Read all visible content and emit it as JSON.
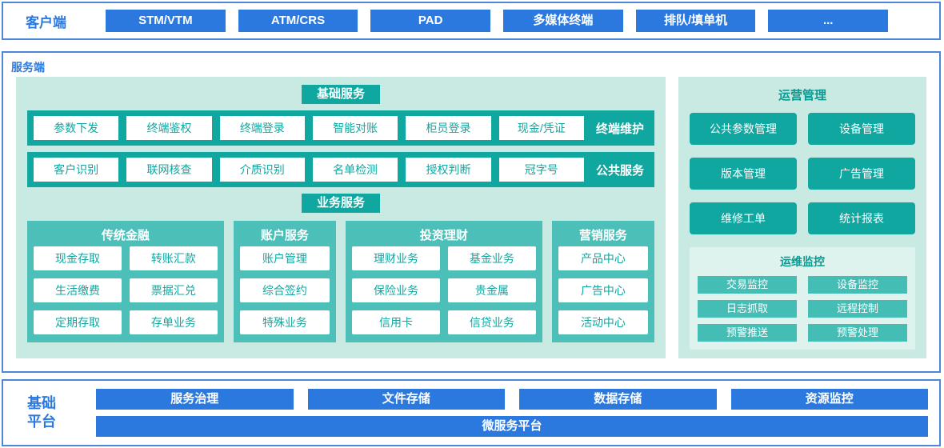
{
  "colors": {
    "blue": "#2b79df",
    "blue_border": "#4f86d8",
    "teal": "#10a7a0",
    "teal_mid": "#4cc0b8",
    "teal_panel": "#c9eae3",
    "teal_monitor_bg": "#def2ee",
    "teal_small_btn": "#44bdb5"
  },
  "client": {
    "label": "客户端",
    "terminals": [
      "STM/VTM",
      "ATM/CRS",
      "PAD",
      "多媒体终端",
      "排队/填单机",
      "..."
    ]
  },
  "server": {
    "label": "服务端",
    "basic_services": {
      "title": "基础服务",
      "rows": [
        {
          "label": "终端维护",
          "items": [
            "参数下发",
            "终端鉴权",
            "终端登录",
            "智能对账",
            "柜员登录",
            "现金/凭证"
          ]
        },
        {
          "label": "公共服务",
          "items": [
            "客户识别",
            "联网核查",
            "介质识别",
            "名单检测",
            "授权判断",
            "冠字号"
          ]
        }
      ]
    },
    "business_services": {
      "title": "业务服务",
      "groups": [
        {
          "title": "传统金融",
          "items": [
            "现金存取",
            "转账汇款",
            "生活缴费",
            "票据汇兑",
            "定期存取",
            "存单业务"
          ]
        },
        {
          "title": "账户服务",
          "items": [
            "账户管理",
            "综合签约",
            "特殊业务"
          ]
        },
        {
          "title": "投资理财",
          "items": [
            "理财业务",
            "基金业务",
            "保险业务",
            "贵金属",
            "信用卡",
            "信贷业务"
          ]
        },
        {
          "title": "营销服务",
          "items": [
            "产品中心",
            "广告中心",
            "活动中心"
          ]
        }
      ]
    },
    "operations": {
      "title": "运营管理",
      "items": [
        "公共参数管理",
        "设备管理",
        "版本管理",
        "广告管理",
        "维修工单",
        "统计报表"
      ],
      "monitoring": {
        "title": "运维监控",
        "items": [
          "交易监控",
          "设备监控",
          "日志抓取",
          "远程控制",
          "预警推送",
          "预警处理"
        ]
      }
    }
  },
  "platform": {
    "label": "基础平台",
    "items": [
      "服务治理",
      "文件存储",
      "数据存储",
      "资源监控"
    ],
    "bottom": "微服务平台"
  }
}
